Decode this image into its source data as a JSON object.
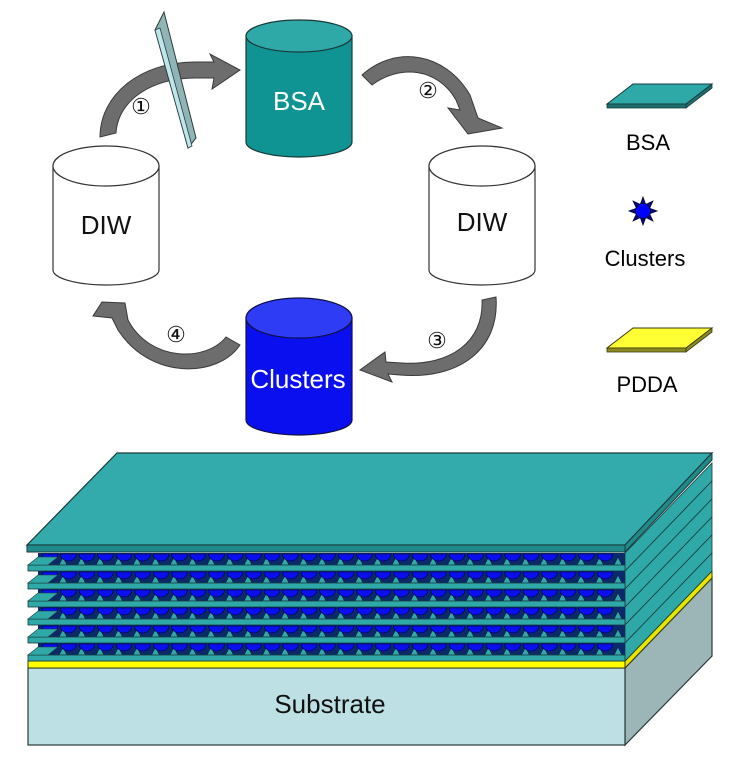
{
  "cycle": {
    "containers": [
      {
        "id": "bsa",
        "label": "BSA",
        "fill": "#0f9493",
        "top": "#2ea9a8",
        "text_color": "#ffffff"
      },
      {
        "id": "diw_right",
        "label": "DIW",
        "fill": "#ffffff",
        "top": "#ffffff",
        "text_color": "#000000"
      },
      {
        "id": "clusters",
        "label": "Clusters",
        "fill": "#0a0ff0",
        "top": "#2f3cf5",
        "text_color": "#ffffff"
      },
      {
        "id": "diw_left",
        "label": "DIW",
        "fill": "#ffffff",
        "top": "#ffffff",
        "text_color": "#000000"
      }
    ],
    "steps": [
      "①",
      "②",
      "③",
      "④"
    ],
    "arrow_color": "#6b6b6b"
  },
  "legend": {
    "items": [
      {
        "label": "BSA",
        "symbol": "teal-plate-icon",
        "color": "#2ea9a8"
      },
      {
        "label": "Clusters",
        "symbol": "star-cluster-icon",
        "color": "#0000ff"
      },
      {
        "label": "PDDA",
        "symbol": "yellow-plate-icon",
        "color": "#ffff33"
      }
    ]
  },
  "stack": {
    "substrate_label": "Substrate",
    "bilayer_count": 6,
    "colors": {
      "bsa": "#2ea9a8",
      "bsa_dark": "#1d8584",
      "cluster": "#0a0ff0",
      "pdda": "#ffff00",
      "substrate_front": "#bce0e3",
      "substrate_side": "#9cb6b8"
    }
  }
}
